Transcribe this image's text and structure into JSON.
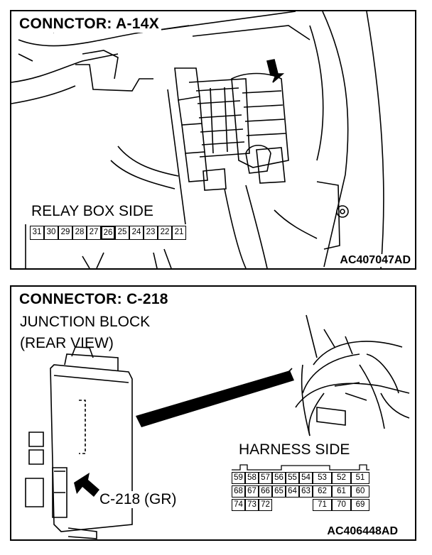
{
  "panel1": {
    "title": "CONNCTOR: A-14X",
    "side_label": "RELAY BOX SIDE",
    "pins": [
      "31",
      "30",
      "29",
      "28",
      "27",
      "26",
      "25",
      "24",
      "23",
      "22",
      "21"
    ],
    "highlighted_pin": "26",
    "code": "AC407047AD"
  },
  "panel2": {
    "title": "CONNECTOR: C-218",
    "subtitle_line1": "JUNCTION BLOCK",
    "subtitle_line2": "(REAR VIEW)",
    "harness_label": "HARNESS SIDE",
    "callout": "C-218 (GR)",
    "row1": [
      "59",
      "58",
      "57",
      "56",
      "55",
      "54",
      "53",
      "52",
      "51"
    ],
    "row2": [
      "68",
      "67",
      "66",
      "65",
      "64",
      "63",
      "62",
      "61",
      "60"
    ],
    "row3a": [
      "74",
      "73",
      "72"
    ],
    "row3b": [
      "71",
      "70",
      "69"
    ],
    "code": "AC406448AD"
  }
}
